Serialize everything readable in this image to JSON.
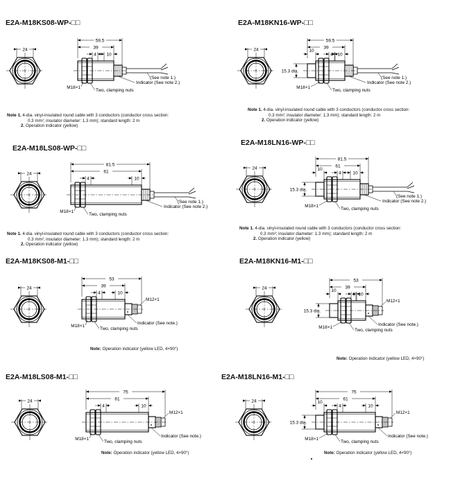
{
  "panels": [
    {
      "title": "E2A-M18KS08-WP-□□",
      "variant": "KS-WP",
      "dims": {
        "hex": "24",
        "overall": "59.5",
        "body": "39",
        "thread_stub": "4",
        "ind": "10",
        "dia": ""
      },
      "labels": {
        "thread": "M18×1",
        "nuts": "Two, clamping nuts",
        "note1": "(See note 1.)",
        "note2": "Indicator (See note 2.)"
      },
      "notes": [
        {
          "prefix": "Note 1.",
          "text": "4-dia. vinyl-insulated round cable with 3 conductors (conductor cross section:"
        },
        {
          "prefix": "",
          "text": "0.3 mm²; insulator diameter: 1.3 mm); standard length: 2 m"
        },
        {
          "prefix": "2.",
          "text": "Operation indicator (yellow)"
        }
      ]
    },
    {
      "title": "E2A-M18KN16-WP-□□",
      "variant": "KN-WP",
      "dims": {
        "hex": "24",
        "overall": "59.5",
        "body": "39",
        "thread_stub": "4",
        "ind": "10",
        "dia": "15.3 dia.",
        "front": "10"
      },
      "labels": {
        "thread": "M18×1",
        "nuts": "Two, clamping nuts",
        "note1": "(See note 1.)",
        "note2": "Indicator (See note 2.)"
      },
      "notes": [
        {
          "prefix": "Note 1.",
          "text": "4-dia. vinyl-insulated round cable with 3 conductors (conductor cross section:"
        },
        {
          "prefix": "",
          "text": "0.3 mm²; insulator diameter: 1.3 mm); standard length: 2 m"
        },
        {
          "prefix": "2.",
          "text": "Operation indicator (yellow)"
        }
      ]
    },
    {
      "title": "E2A-M18LS08-WP-□□",
      "variant": "LS-WP",
      "dims": {
        "hex": "24",
        "overall": "81.5",
        "body": "61",
        "thread_stub": "4",
        "ind": "10",
        "dia": ""
      },
      "labels": {
        "thread": "M18×1",
        "nuts": "Two, clamping nuts",
        "note1": "(See note 1.)",
        "note2": "Indicator (See note 2.)"
      },
      "notes": [
        {
          "prefix": "Note 1.",
          "text": "4-dia. vinyl-insulated round cable with 3 conductors (conductor cross section:"
        },
        {
          "prefix": "",
          "text": "0.3 mm²; insulator diameter: 1.3 mm); standard length: 2 m"
        },
        {
          "prefix": "2.",
          "text": "Operation indicator (yellow)"
        }
      ]
    },
    {
      "title": "E2A-M18LN16-WP-□□",
      "variant": "LN-WP",
      "dims": {
        "hex": "24",
        "overall": "81.5",
        "body": "61",
        "thread_stub": "4",
        "ind": "10",
        "dia": "15.3 dia.",
        "front": "10"
      },
      "labels": {
        "thread": "M18×1",
        "nuts": "Two, clamping nuts",
        "note1": "(See note 1.)",
        "note2": "Indicator (See note 2.)"
      },
      "notes": [
        {
          "prefix": "Note 1.",
          "text": "4-dia. vinyl-insulated round cable with 3 conductors (conductor cross section:"
        },
        {
          "prefix": "",
          "text": "0.3 mm²; insulator diameter: 1.3 mm); standard length: 2 m"
        },
        {
          "prefix": "2.",
          "text": "Operation indicator (yellow)"
        }
      ]
    },
    {
      "title": "E2A-M18KS08-M1-□□",
      "variant": "KS-M1",
      "dims": {
        "hex": "24",
        "overall": "53",
        "body": "39",
        "thread_stub": "4",
        "ind": "10",
        "dia": ""
      },
      "labels": {
        "thread": "M18×1",
        "nuts": "Two, clamping nuts",
        "conn": "M12×1",
        "indicator": "Indicator (See note.)"
      },
      "notes": [
        {
          "prefix": "Note:",
          "text": "Operation indicator (yellow LED, 4×90°)"
        }
      ]
    },
    {
      "title": "E2A-M18KN16-M1-□□",
      "variant": "KN-M1",
      "dims": {
        "hex": "24",
        "overall": "53",
        "body": "39",
        "thread_stub": "4",
        "ind": "10",
        "dia": "15.3 dia.",
        "front": "10"
      },
      "labels": {
        "thread": "M18×1",
        "nuts": "Two, clamping nuts",
        "conn": "M12×1",
        "indicator": "Indicator (See note.)"
      },
      "notes": [
        {
          "prefix": "Note:",
          "text": "Operation indicator (yellow LED, 4×90°)"
        }
      ]
    },
    {
      "title": "E2A-M18LS08-M1-□□",
      "variant": "LS-M1",
      "dims": {
        "hex": "24",
        "overall": "75",
        "body": "61",
        "thread_stub": "4",
        "ind": "10",
        "dia": ""
      },
      "labels": {
        "thread": "M18×1",
        "nuts": "Two, clamping nuts",
        "conn": "M12×1",
        "indicator": "Indicator (See note.)"
      },
      "notes": [
        {
          "prefix": "Note:",
          "text": "Operation indicator (yellow LED, 4×90°)"
        }
      ]
    },
    {
      "title": "E2A-M18LN16-M1-□□",
      "variant": "LN-M1",
      "dims": {
        "hex": "24",
        "overall": "75",
        "body": "61",
        "thread_stub": "4",
        "ind": "10",
        "dia": "15.3 dia.",
        "front": "10"
      },
      "labels": {
        "thread": "M18×1",
        "nuts": "Two, clamping nuts",
        "conn": "M12×1",
        "indicator": "Indicator (See note.)"
      },
      "notes": [
        {
          "prefix": "Note:",
          "text": "Operation indicator (yellow LED, 4×90°)"
        }
      ]
    }
  ]
}
